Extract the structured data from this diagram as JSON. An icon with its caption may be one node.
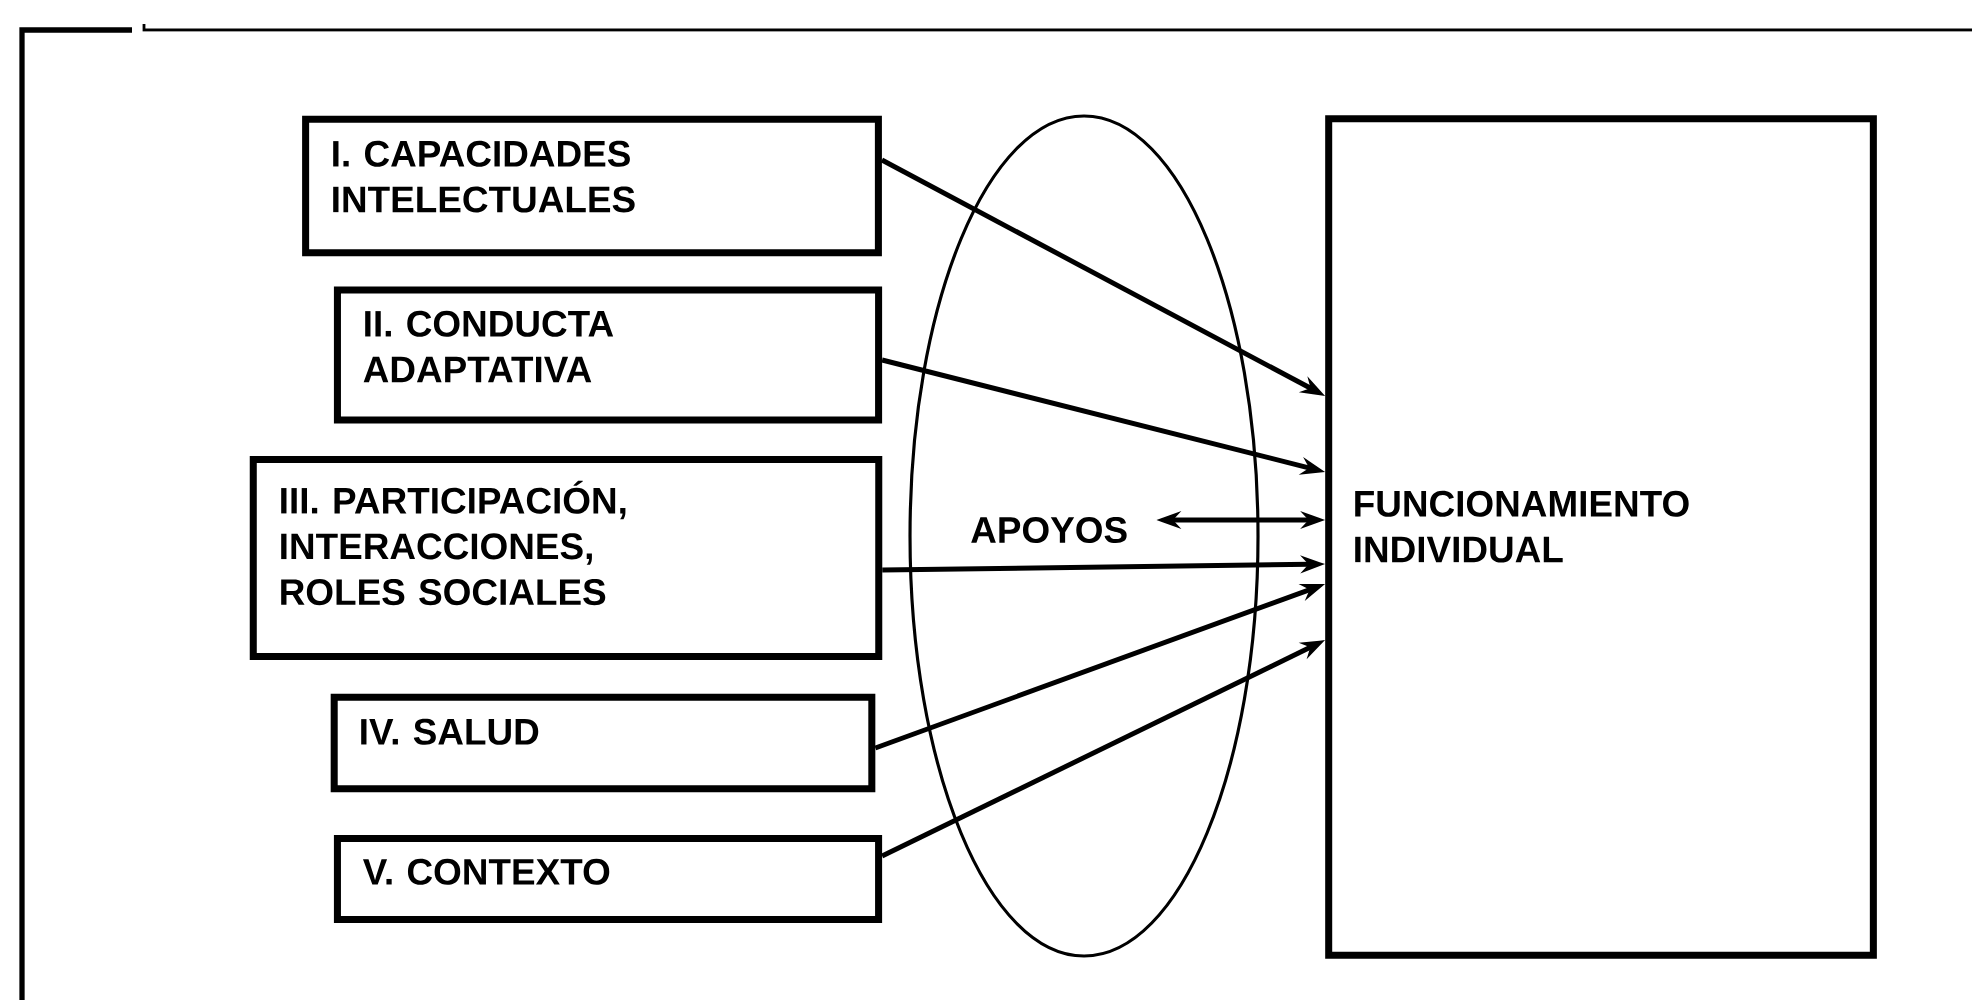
{
  "diagram": {
    "nodes": [
      {
        "text": [
          "I. CAPACIDADES INTELECTUALES"
        ]
      },
      {
        "text": [
          "II. CONDUCTA ADAPTATIVA"
        ]
      },
      {
        "text": [
          "III. PARTICIPACIÓN, INTERACCIONES, ROLES SOCIALES"
        ]
      },
      {
        "text": [
          "IV. SALUD"
        ]
      },
      {
        "text": [
          "V. CONTEXTO"
        ]
      },
      {
        "text": [
          "APOYOS"
        ]
      },
      {
        "text": [
          "FUNCIONAMIENTO INDIVIDUAL"
        ]
      }
    ],
    "edges": [
      {
        "from": 0,
        "to": 6,
        "arrow": "to"
      },
      {
        "from": 1,
        "to": 6,
        "arrow": "to"
      },
      {
        "from": 2,
        "to": 6,
        "arrow": "to"
      },
      {
        "from": 3,
        "to": 6,
        "arrow": "to"
      },
      {
        "from": 4,
        "to": 6,
        "arrow": "to"
      },
      {
        "from": 5,
        "to": 6,
        "arrow": "both"
      }
    ]
  }
}
